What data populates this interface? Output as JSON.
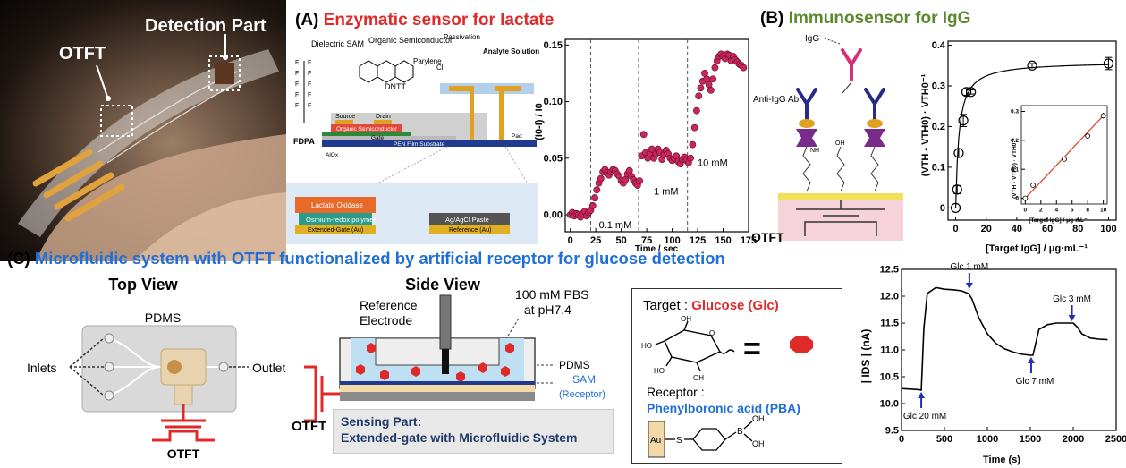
{
  "photo": {
    "detection_label": "Detection Part",
    "otft_label": "OTFT"
  },
  "panel_a": {
    "letter": "(A)",
    "title": "Enzymatic sensor for lactate",
    "title_color": "#e02a2a",
    "device_labels": {
      "dielectric_sam": "Dielectric SAM",
      "organic_semiconductor": "Organic Semiconductor",
      "passivation": "Passivation",
      "analyte_solution": "Analyte Solution",
      "dntt": "DNTT",
      "parylene": "Parylene",
      "cl": "Cl",
      "fdpa": "FDPA",
      "source": "Source",
      "drain": "Drain",
      "organic_semiconductor_layer": "Organic Semiconductor",
      "gate": "Gate",
      "pad": "Pad",
      "pen_film": "PEN Film Substrate",
      "alox": "AlOx",
      "lactate_oxidase": "Lactate Oxidase",
      "osmium": "Osmium-redox polymer",
      "extended_gate": "Extended-Gate (Au)",
      "agcl_paste": "Ag/AgCl Paste",
      "reference": "Reference (Au)"
    }
  },
  "panel_b": {
    "letter": "(B)",
    "title": "Immunosensor for IgG",
    "title_color": "#5b8a2e",
    "igg_label": "IgG",
    "anti_igg_label": "Anti-IgG Ab",
    "otft_label": "OTFT"
  },
  "panel_c": {
    "letter": "(C)",
    "title": "Microfluidic system with OTFT functionalized by artificial receptor for glucose detection",
    "title_color": "#1e6fd8",
    "top_view": "Top View",
    "side_view": "Side View",
    "pdms": "PDMS",
    "inlets": "Inlets",
    "outlet": "Outlet",
    "otft": "OTFT",
    "reference_electrode_1": "Reference",
    "reference_electrode_2": "Electrode",
    "pbs_1": "100 mM PBS",
    "pbs_2": "at pH7.4",
    "pdms_side": "PDMS",
    "sam": "SAM",
    "receptor": "(Receptor)",
    "sensing_1": "Sensing Part:",
    "sensing_2": "Extended-gate with Microfluidic System",
    "target_prefix": "Target : ",
    "target_name": "Glucose (Glc)",
    "receptor_label": "Receptor :",
    "receptor_name": "Phenylboronic acid (PBA)",
    "equals": "=",
    "chem": {
      "au": "Au",
      "s": "S",
      "b": "B",
      "oh": "OH",
      "ho": "HO",
      "nh": "NH",
      "o": "O",
      "wavy": "ωoH"
    }
  },
  "chart_data": [
    {
      "type": "scatter",
      "xlabel": "Time / sec",
      "ylabel": "(I0-I) / I0",
      "xlim": [
        -5,
        175
      ],
      "ylim": [
        -0.015,
        0.155
      ],
      "xticks": [
        0,
        25,
        50,
        75,
        100,
        125,
        150,
        175
      ],
      "yticks": [
        0.0,
        0.05,
        0.1,
        0.15
      ],
      "ytick_labels": [
        "0.00",
        "0.05",
        "0.10",
        "0.15"
      ],
      "marker_color": "#c8265c",
      "vlines": [
        20,
        67,
        115
      ],
      "annotations": [
        {
          "text": "0.1 mM",
          "x": 28,
          "y": -0.012
        },
        {
          "text": "1 mM",
          "x": 82,
          "y": 0.018
        },
        {
          "text": "10 mM",
          "x": 125,
          "y": 0.043
        }
      ],
      "x": [
        0,
        2,
        4,
        6,
        8,
        10,
        12,
        14,
        16,
        18,
        20,
        22,
        24,
        26,
        28,
        30,
        32,
        34,
        36,
        38,
        40,
        42,
        44,
        46,
        48,
        50,
        52,
        54,
        56,
        58,
        60,
        62,
        64,
        66,
        68,
        70,
        72,
        74,
        76,
        78,
        80,
        82,
        84,
        86,
        88,
        90,
        92,
        94,
        96,
        98,
        100,
        102,
        104,
        106,
        108,
        110,
        112,
        114,
        116,
        118,
        120,
        122,
        124,
        126,
        128,
        130,
        132,
        134,
        136,
        138,
        140,
        142,
        144,
        146,
        148,
        150,
        152,
        154,
        156,
        158,
        160,
        162,
        164,
        166,
        168,
        170
      ],
      "y": [
        0.0,
        0.002,
        -0.001,
        0.001,
        0.0,
        -0.002,
        0.001,
        0.003,
        -0.001,
        0.002,
        0.004,
        0.008,
        0.015,
        0.022,
        0.028,
        0.032,
        0.038,
        0.04,
        0.037,
        0.035,
        0.038,
        0.04,
        0.039,
        0.036,
        0.034,
        0.03,
        0.028,
        0.031,
        0.036,
        0.039,
        0.034,
        0.031,
        0.028,
        0.026,
        0.03,
        0.052,
        0.071,
        0.055,
        0.05,
        0.054,
        0.058,
        0.05,
        0.054,
        0.058,
        0.055,
        0.049,
        0.053,
        0.057,
        0.054,
        0.05,
        0.048,
        0.05,
        0.052,
        0.047,
        0.045,
        0.049,
        0.051,
        0.048,
        0.046,
        0.05,
        0.062,
        0.077,
        0.092,
        0.105,
        0.112,
        0.118,
        0.125,
        0.12,
        0.115,
        0.11,
        0.12,
        0.13,
        0.136,
        0.14,
        0.142,
        0.14,
        0.138,
        0.142,
        0.141,
        0.136,
        0.14,
        0.137,
        0.135,
        0.133,
        0.132,
        0.13
      ],
      "ystar_index": 5
    },
    {
      "type": "scatter",
      "xlabel": "[Target IgG] / μg·mL⁻¹",
      "ylabel": "(VTH - VTH0) · VTH0⁻¹",
      "xlim": [
        -5,
        105
      ],
      "ylim": [
        -0.03,
        0.41
      ],
      "xticks": [
        0,
        20,
        40,
        60,
        80,
        100
      ],
      "yticks": [
        0.0,
        0.1,
        0.2,
        0.3,
        0.4
      ],
      "x": [
        0,
        1,
        2,
        5,
        7,
        10,
        50,
        100
      ],
      "y": [
        0.0,
        0.045,
        0.135,
        0.215,
        0.285,
        0.285,
        0.35,
        0.355
      ],
      "yerr": [
        0.0,
        0.01,
        0.01,
        0.015,
        0.008,
        0.005,
        0.005,
        0.015
      ],
      "inset": {
        "xlabel": "[Target IgG] / μg·mL⁻¹",
        "ylabel": "(VTH - VTH0) · VTH0⁻¹",
        "xlim": [
          -0.5,
          10.5
        ],
        "ylim": [
          -0.02,
          0.32
        ],
        "xticks": [
          0,
          2,
          4,
          6,
          8,
          10
        ],
        "yticks": [
          0.0,
          0.1,
          0.2,
          0.3
        ],
        "x": [
          0,
          1,
          5,
          8,
          10
        ],
        "y": [
          0.0,
          0.045,
          0.135,
          0.215,
          0.285
        ],
        "yerr": [
          0.005,
          0.005,
          0.005,
          0.01,
          0.01
        ],
        "fit_color": "#e2452a"
      }
    },
    {
      "type": "line",
      "xlabel": "Time (s)",
      "ylabel": "| IDS | (nA)",
      "xlim": [
        0,
        2500
      ],
      "ylim": [
        9.5,
        12.5
      ],
      "xticks": [
        0,
        500,
        1000,
        1500,
        2000,
        2500
      ],
      "yticks": [
        9.5,
        10.0,
        10.5,
        11.0,
        11.5,
        12.0,
        12.5
      ],
      "ytick_labels": [
        "9.5",
        "10.0",
        "10.5",
        "11.0",
        "11.5",
        "12.0",
        "12.5"
      ],
      "x": [
        0,
        200,
        230,
        260,
        300,
        400,
        500,
        600,
        700,
        780,
        820,
        900,
        1000,
        1100,
        1200,
        1300,
        1400,
        1500,
        1530,
        1560,
        1600,
        1700,
        1800,
        1900,
        1950,
        2000,
        2050,
        2100,
        2200,
        2300,
        2400
      ],
      "y": [
        10.28,
        10.26,
        10.25,
        11.4,
        12.05,
        12.16,
        12.13,
        12.12,
        12.1,
        12.05,
        11.95,
        11.6,
        11.3,
        11.12,
        11.02,
        10.96,
        10.92,
        10.9,
        10.9,
        11.1,
        11.38,
        11.47,
        11.5,
        11.5,
        11.5,
        11.5,
        11.42,
        11.3,
        11.22,
        11.2,
        11.19
      ],
      "line_color": "#000000",
      "arrow_color": "#1f2fb5",
      "arrows": [
        {
          "label": "Glc 1 mM",
          "x": 790,
          "y": 12.1,
          "dir": "down"
        },
        {
          "label": "Glc 3 mM",
          "x": 1985,
          "y": 11.5,
          "dir": "down"
        },
        {
          "label": "Glc 7 mM",
          "x": 1510,
          "y": 10.9,
          "dir": "up"
        },
        {
          "label": "Glc 20 mM",
          "x": 230,
          "y": 10.25,
          "dir": "up"
        }
      ]
    }
  ]
}
